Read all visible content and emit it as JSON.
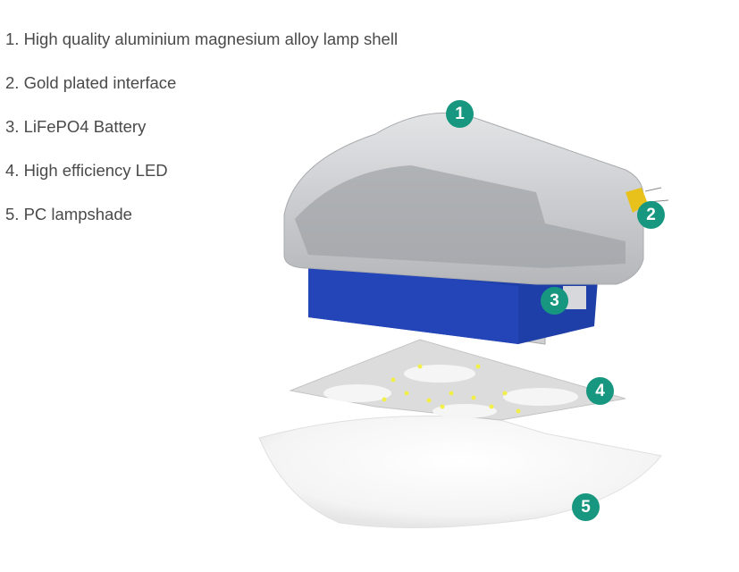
{
  "legend": [
    "1. High quality aluminium magnesium alloy lamp shell",
    "2. Gold plated interface",
    "3. LiFePO4 Battery",
    "4. High efficiency  LED",
    "5. PC lampshade"
  ],
  "callouts": [
    "1",
    "2",
    "3",
    "4",
    "5"
  ],
  "colors": {
    "badge": "#17977f",
    "shell": "#c9cbce",
    "battery": "#1f3fa8",
    "connector": "#e8c21a",
    "led": "#f2ef4a"
  }
}
